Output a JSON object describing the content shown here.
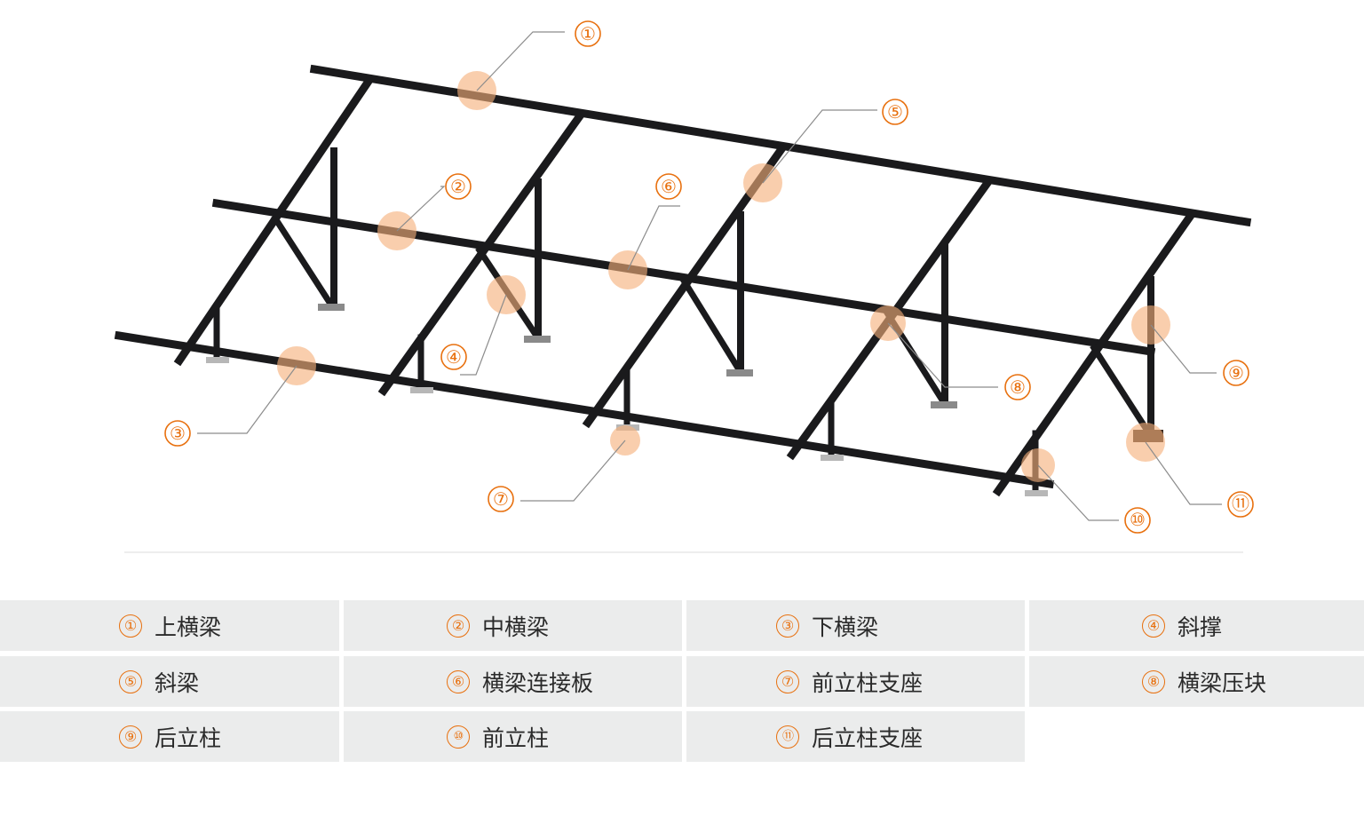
{
  "accent_color": "#e8700e",
  "highlight_color": "#f6c59a",
  "frame_color": "#1a1a1c",
  "callout_numbers": [
    "①",
    "②",
    "③",
    "④",
    "⑤",
    "⑥",
    "⑦",
    "⑧",
    "⑨",
    "⑩",
    "⑪"
  ],
  "legend": {
    "items": [
      {
        "num": "①",
        "label": "上横梁"
      },
      {
        "num": "②",
        "label": "中横梁"
      },
      {
        "num": "③",
        "label": "下横梁"
      },
      {
        "num": "④",
        "label": "斜撑"
      },
      {
        "num": "⑤",
        "label": "斜梁"
      },
      {
        "num": "⑥",
        "label": "横梁连接板"
      },
      {
        "num": "⑦",
        "label": "前立柱支座"
      },
      {
        "num": "⑧",
        "label": "横梁压块"
      },
      {
        "num": "⑨",
        "label": "后立柱"
      },
      {
        "num": "⑩",
        "label": "前立柱"
      },
      {
        "num": "⑪",
        "label": "后立柱支座"
      }
    ]
  }
}
